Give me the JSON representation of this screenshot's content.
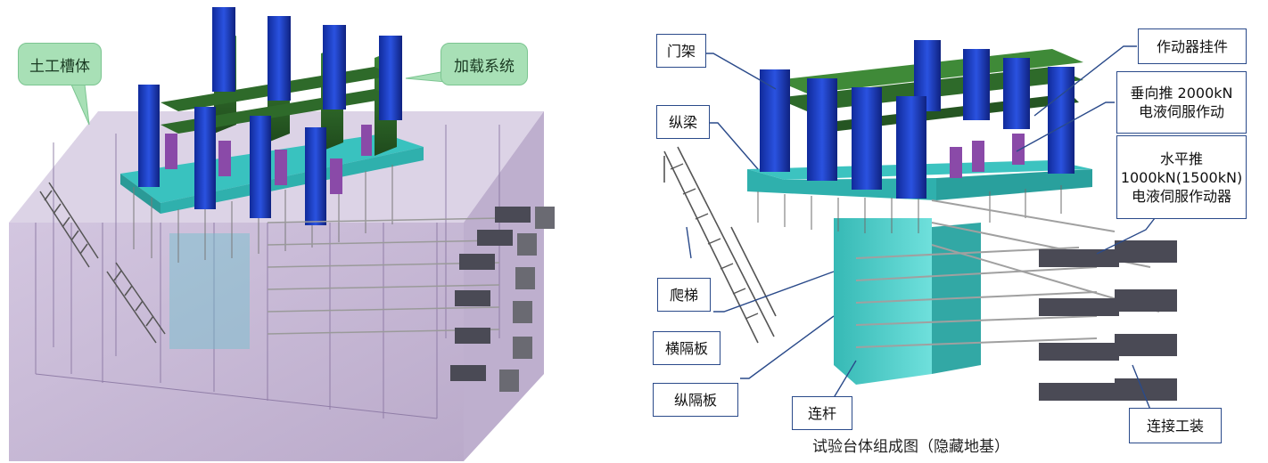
{
  "left_figure": {
    "callouts": {
      "soil_tank": "土工槽体",
      "loading_system": "加载系统"
    }
  },
  "right_figure": {
    "labels": {
      "gantry": "门架",
      "longitudinal_beam": "纵梁",
      "ladder": "爬梯",
      "transverse_diaphragm": "横隔板",
      "longitudinal_diaphragm": "纵隔板",
      "connecting_rod": "连杆",
      "actuator_mount": "作动器挂件",
      "vertical_actuator": "垂向推 2000kN\n电液伺服作动",
      "horizontal_actuator": "水平推\n1000kN(1500kN)\n电液伺服作动器",
      "connection_fixture": "连接工装"
    },
    "caption": "试验台体组成图（隐藏地基）"
  },
  "colors": {
    "tank": "#b9a7c9",
    "gantry_column": "#1f3fc4",
    "beam": "#2f6b2a",
    "base_frame": "#3cc3c0",
    "actuator": "#8a4aa8",
    "wall": "#3fc7c3",
    "callout_fill": "#a8e0b6",
    "label_border": "#2a4a8a"
  }
}
